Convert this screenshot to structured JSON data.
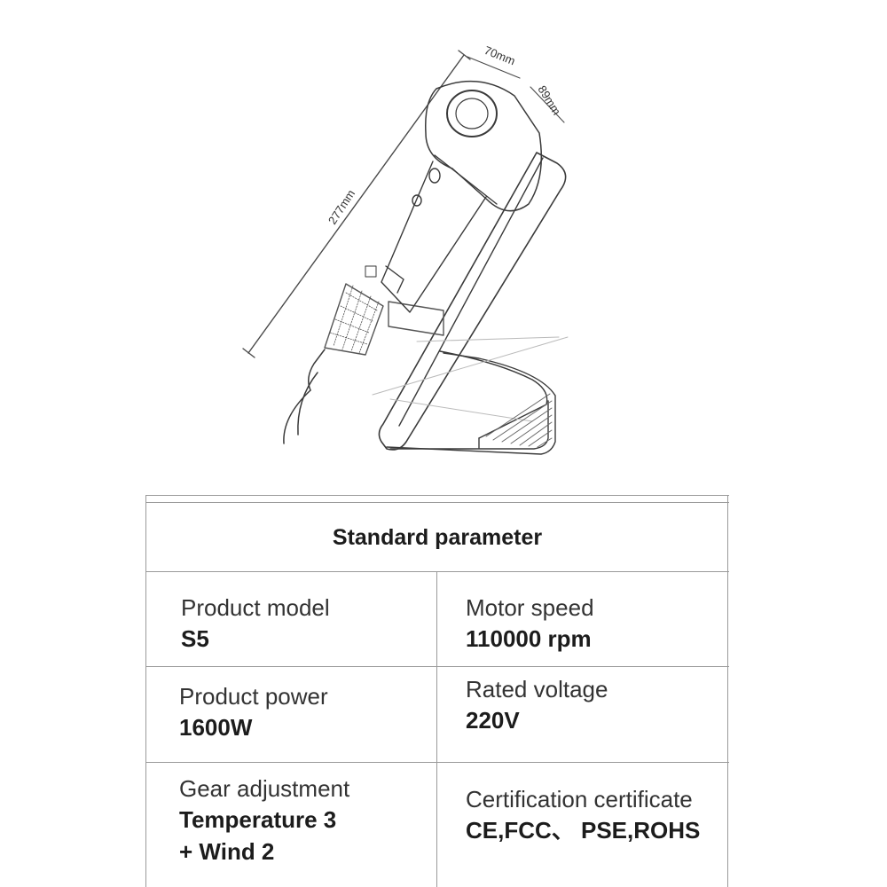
{
  "illustration": {
    "dimensions": {
      "depth": "70mm",
      "width": "89mm",
      "height": "277mm"
    }
  },
  "spec_table": {
    "title": "Standard parameter",
    "cells": [
      {
        "label": "Product model",
        "value": [
          "S5"
        ]
      },
      {
        "label": "Motor speed",
        "value": [
          "110000 rpm"
        ]
      },
      {
        "label": "Product power",
        "value": [
          "1600W"
        ]
      },
      {
        "label": "Rated voltage",
        "value": [
          "220V"
        ]
      },
      {
        "label": "Gear adjustment",
        "value": [
          "Temperature 3",
          "+ Wind 2"
        ]
      },
      {
        "label": "Certification certificate",
        "value": [
          "CE,FCC、 PSE,ROHS"
        ]
      }
    ]
  }
}
